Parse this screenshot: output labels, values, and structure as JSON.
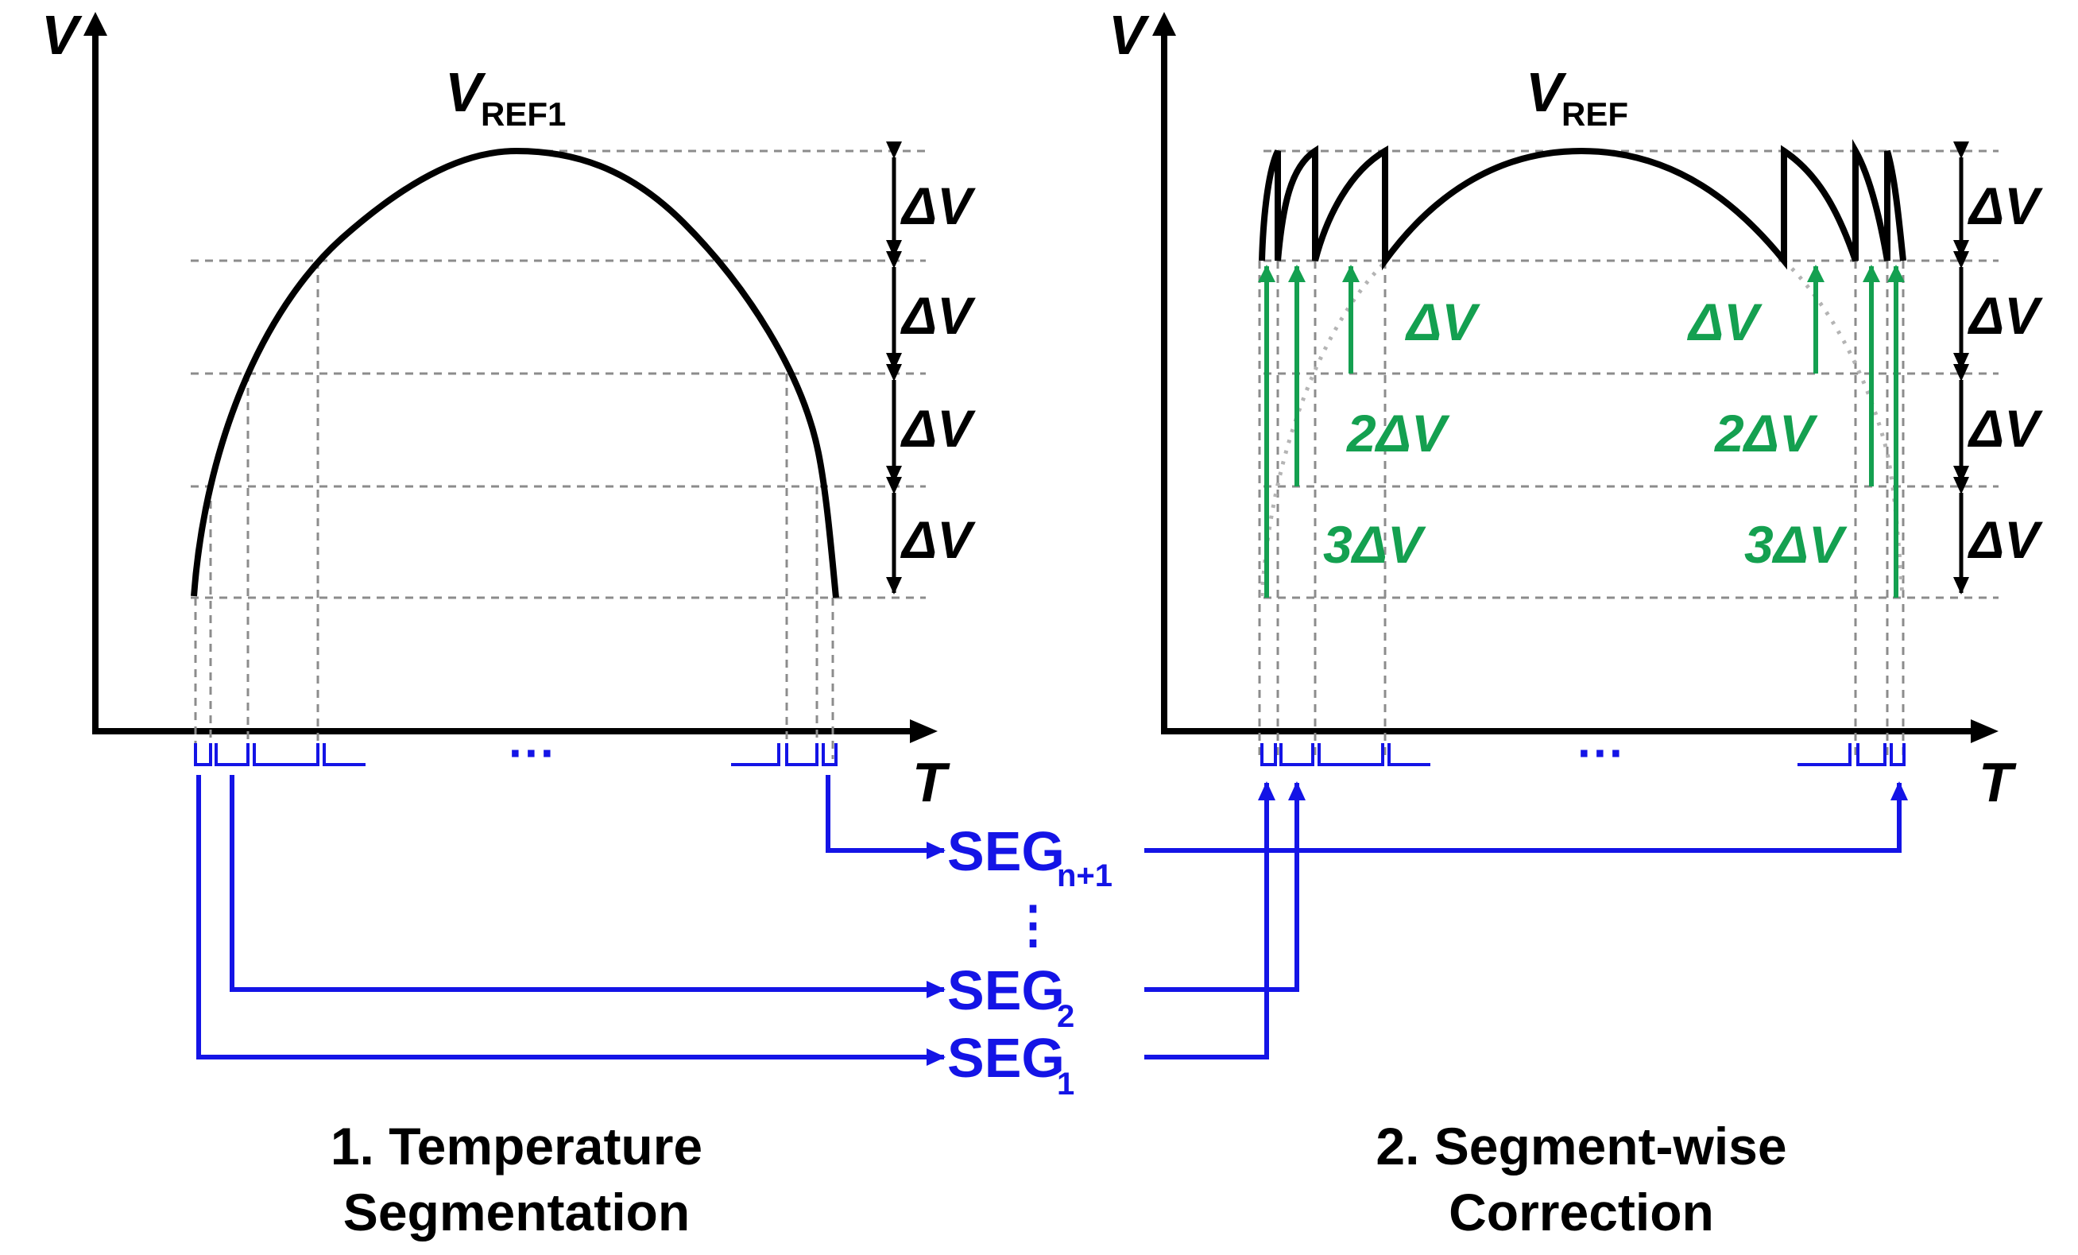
{
  "colors": {
    "curve": "#000000",
    "axis": "#000000",
    "grid": "#8c8c8c",
    "segment": "#1414e6",
    "correction": "#14a050"
  },
  "axes": {
    "y_label": "V",
    "x_label": "T"
  },
  "left_panel": {
    "curve_label_main": "V",
    "curve_label_sub": "REF1",
    "delta_label": "ΔV",
    "dots": "···",
    "caption_line1": "1. Temperature",
    "caption_line2": "Segmentation"
  },
  "right_panel": {
    "curve_label_main": "V",
    "curve_label_sub": "REF",
    "delta_label": "ΔV",
    "dots": "···",
    "corrections_left": [
      "ΔV",
      "2ΔV",
      "3ΔV"
    ],
    "corrections_right": [
      "ΔV",
      "2ΔV",
      "3ΔV"
    ],
    "caption_line1": "2. Segment-wise",
    "caption_line2": "Correction"
  },
  "segments": {
    "seg_main": "SEG",
    "seg_n1_sub": "n+1",
    "seg_2_sub": "2",
    "seg_1_sub": "1",
    "vdots": "⋮"
  }
}
